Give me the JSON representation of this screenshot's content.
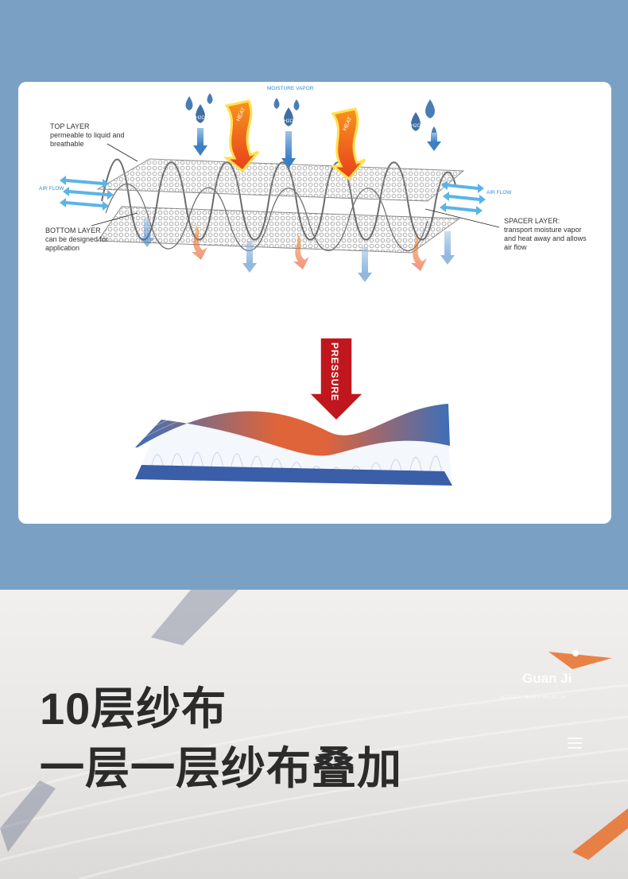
{
  "diagram": {
    "moisture_label": "MOISTURE VAPOR",
    "air_flow_left": "AIR FLOW",
    "air_flow_right": "AIR FLOW",
    "top_layer": {
      "title": "TOP LAYER",
      "line1": "permeable to liquid and",
      "line2": "breathable"
    },
    "bottom_layer": {
      "title": "BOTTOM LAYER",
      "line1": "can be designed for",
      "line2": "application"
    },
    "spacer_layer": {
      "title": "SPACER LAYER:",
      "line1": "transport moisture vapor",
      "line2": "and heat away and allows",
      "line3": "air flow"
    },
    "heat_label": "HEAT",
    "h2o_label": "H2O",
    "pressure_label": "PRESSURE",
    "colors": {
      "water": "#4a7db5",
      "heat": "#f26522",
      "air_arrow": "#5ab4e6",
      "pressure": "#c0171e",
      "fabric_blue": "#3a5fa8"
    }
  },
  "banner": {
    "title_line1": "10层纱布",
    "title_line2": "一层一层纱布叠加",
    "brand": "Guan Ji",
    "brand_sub": "GUANJI BABY HEALTH",
    "menu_icon": "hamburger-icon"
  }
}
